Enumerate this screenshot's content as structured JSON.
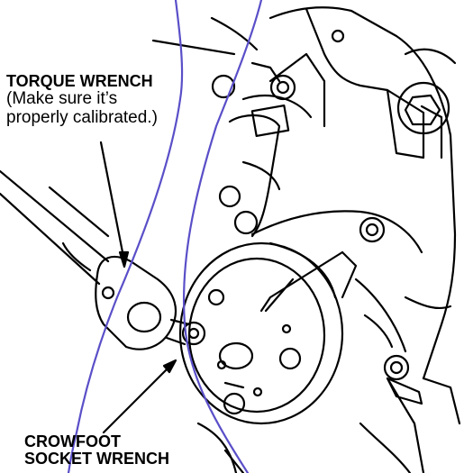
{
  "labels": {
    "torque_wrench": {
      "title": "TORQUE WRENCH",
      "note_line1": "(Make sure it’s",
      "note_line2": "properly calibrated.)"
    },
    "crowfoot": {
      "line1": "CROWFOOT",
      "line2": "SOCKET WRENCH"
    }
  },
  "colors": {
    "ink": "#000000",
    "pen_marks": "#5a4fc8"
  }
}
